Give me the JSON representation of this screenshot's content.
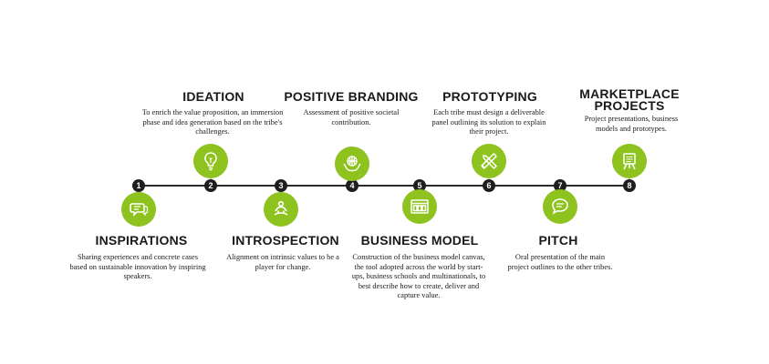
{
  "colors": {
    "accent": "#8dc21f",
    "dot": "#1e1e1e",
    "line": "#2a2a2a"
  },
  "steps": [
    {
      "number": "1",
      "title": "INSPIRATIONS",
      "icon": "speech-bubble-icon",
      "description": "Sharing experiences and concrete cases based on sustainable innovation by inspiring speakers."
    },
    {
      "number": "2",
      "title": "IDEATION",
      "icon": "lightbulb-icon",
      "description": "To enrich the value proposition, an immersion phase and idea generation based on the tribe's challenges."
    },
    {
      "number": "3",
      "title": "INTROSPECTION",
      "icon": "meditation-person-icon",
      "description": "Alignment on intrinsic values to be a player for change."
    },
    {
      "number": "4",
      "title": "POSITIVE BRANDING",
      "icon": "globe-in-hands-icon",
      "description": "Assessment of positive societal contribution."
    },
    {
      "number": "5",
      "title": "BUSINESS MODEL",
      "icon": "canvas-board-icon",
      "description": "Construction of the business model canvas, the tool adopted across the world by start-ups, business schools and multinationals, to best describe how to create, deliver and capture value."
    },
    {
      "number": "6",
      "title": "PROTOTYPING",
      "icon": "ruler-pencil-icon",
      "description": "Each tribe must design a deliverable panel outlining its solution to explain their project."
    },
    {
      "number": "7",
      "title": "PITCH",
      "icon": "chat-bubble-icon",
      "description": "Oral presentation of the main project outlines to the other tribes."
    },
    {
      "number": "8",
      "title": "MARKETPLACE PROJECTS",
      "icon": "easel-board-icon",
      "description": "Project presentations, business models and prototypes."
    }
  ]
}
